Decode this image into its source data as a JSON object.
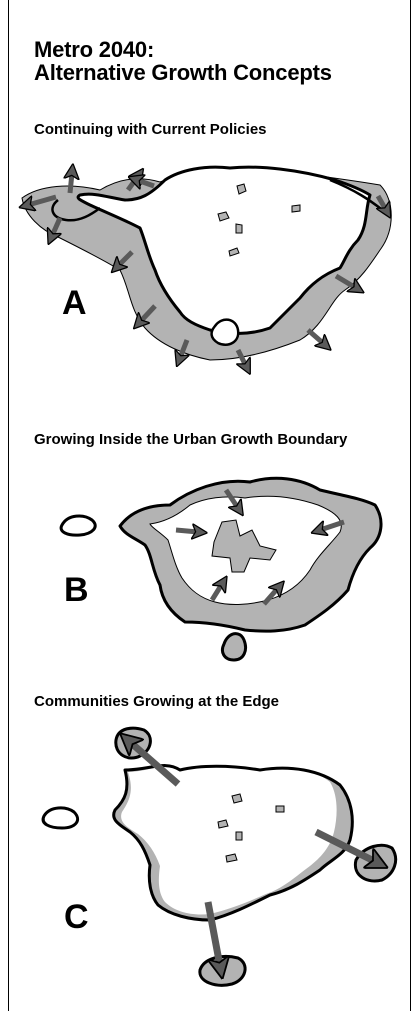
{
  "title": {
    "line1": "Metro 2040:",
    "line2": "Alternative Growth Concepts"
  },
  "concepts": [
    {
      "heading": "Continuing with Current Policies",
      "letter": "A"
    },
    {
      "heading": "Growing Inside the Urban Growth Boundary",
      "letter": "B"
    },
    {
      "heading": "Communities Growing at the Edge",
      "letter": "C"
    }
  ],
  "colors": {
    "growth_area": "#b3b3b3",
    "arrow": "#5a5a5a",
    "boundary": "#000000",
    "background": "#ffffff"
  }
}
